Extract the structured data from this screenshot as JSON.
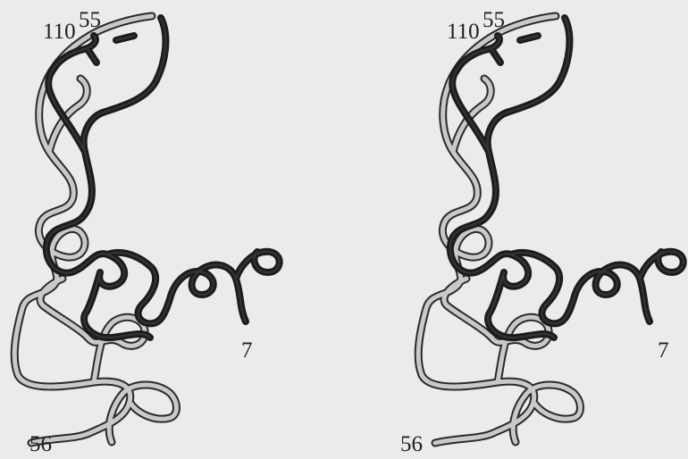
{
  "figure": {
    "left_panel": {
      "labels": {
        "residue_110": "110",
        "residue_55": "55",
        "residue_7": "7",
        "residue_56": "56"
      }
    },
    "right_panel": {
      "labels": {
        "residue_110": "110",
        "residue_55": "55",
        "residue_7": "7",
        "residue_56": "56"
      }
    },
    "colors": {
      "background": "#ebebeb",
      "dark_chain": "#1c1c1c",
      "light_chain_outline": "#2a2a2a",
      "light_chain_fill": "#c9c9c9",
      "label_text": "#1e1e1e"
    }
  }
}
